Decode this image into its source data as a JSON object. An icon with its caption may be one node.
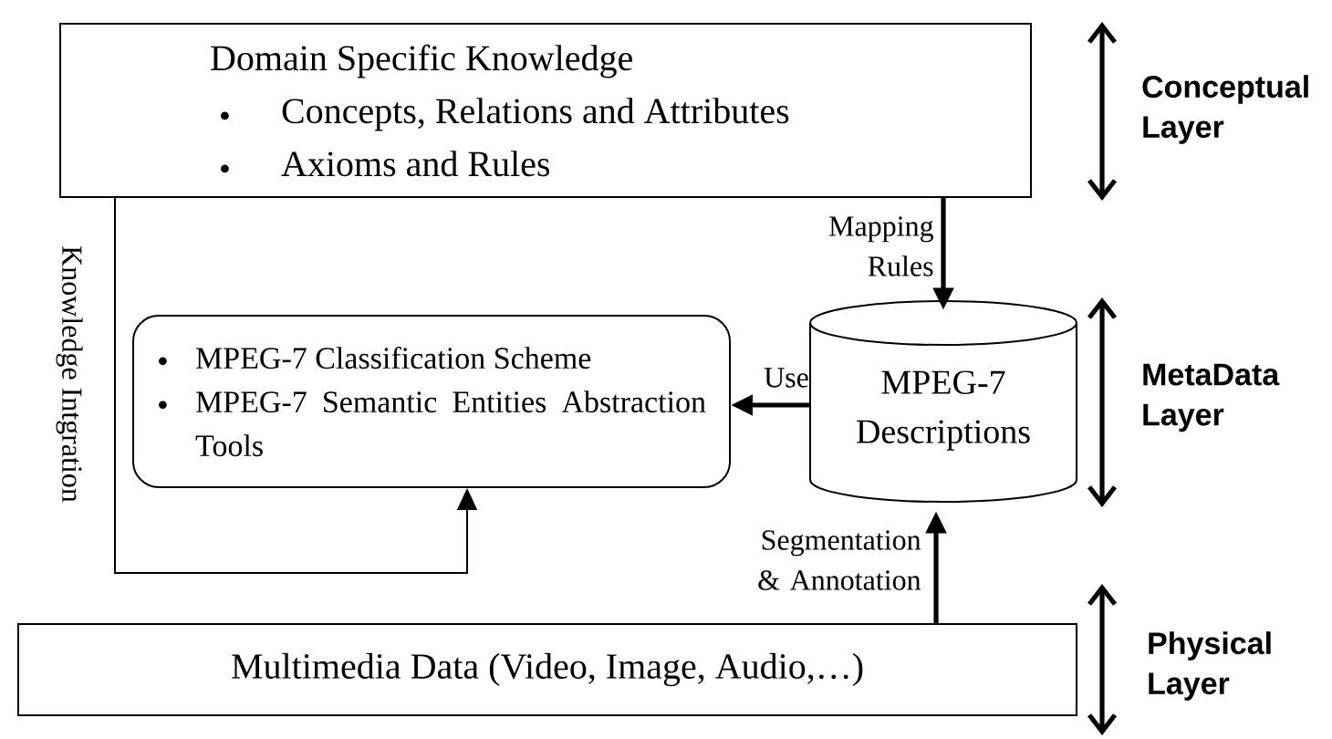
{
  "diagram": {
    "nodes": [
      {
        "text": [
          "Domain Specific Knowledge",
          "Concepts, Relations and Attributes",
          "Axioms and Rules"
        ]
      },
      {
        "text": [
          "MPEG-7 Classification Scheme",
          "MPEG-7 Semantic Entities Abstraction Tools"
        ]
      },
      {
        "text": [
          "MPEG-7 Descriptions"
        ]
      },
      {
        "text": [
          "Multimedia Data (Video, Image, Audio,…)"
        ]
      }
    ],
    "edges": [
      {
        "from": 0,
        "to": 2,
        "arrow": "to",
        "label": "Mapping Rules"
      },
      {
        "from": 2,
        "to": 1,
        "arrow": "to",
        "label": "Use"
      },
      {
        "from": 3,
        "to": 2,
        "arrow": "to",
        "label": "Segmentation & Annotation"
      },
      {
        "from": 0,
        "to": 1,
        "arrow": "to",
        "label": "Knowledge Intgration"
      }
    ],
    "labels": [
      "Conceptual Layer",
      "MetaData Layer",
      "Physical Layer"
    ]
  }
}
